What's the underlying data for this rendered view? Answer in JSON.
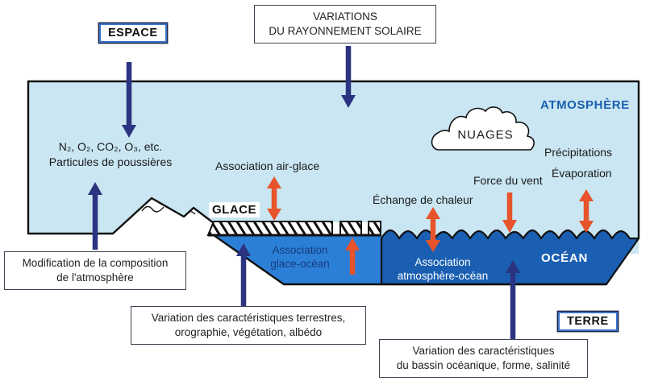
{
  "boxes": {
    "espace": "ESPACE",
    "terre": "TERRE",
    "solar": {
      "line1": "VARIATIONS",
      "line2": "DU RAYONNEMENT SOLAIRE"
    },
    "modification": {
      "line1": "Modification de la composition",
      "line2": "de l'atmosphère"
    },
    "terrestrial": {
      "line1": "Variation des caractéristiques terrestres,",
      "line2": "orographie, végétation, albédo"
    },
    "basin": {
      "line1": "Variation des caractéristiques",
      "line2": "du bassin océanique, forme, salinité"
    }
  },
  "labels": {
    "atmosphere": "ATMOSPHÈRE",
    "clouds": "NUAGES",
    "gases_line1": "N₂, O₂, CO₂, O₃, etc.",
    "gases_line2": "Particules de poussières",
    "air_ice": "Association air-glace",
    "ice": "GLACE",
    "heat_exchange": "Échange de chaleur",
    "wind_force": "Force du vent",
    "precipitation": "Précipitations",
    "evaporation": "Évaporation",
    "ice_ocean_line1": "Association",
    "ice_ocean_line2": "glace-océan",
    "atm_ocean_line1": "Association",
    "atm_ocean_line2": "atmosphère-océan",
    "ocean": "OCÉAN"
  },
  "colors": {
    "atmosphere_fill": "#c9e6f2",
    "ice_ocean_fill": "#2b7fd6",
    "ocean_fill": "#1a5fb2",
    "navy_arrow": "#2b3480",
    "orange_arrow": "#e7532b",
    "atmosphere_text": "#1b5fae",
    "tag_border": "#3b71c8"
  }
}
